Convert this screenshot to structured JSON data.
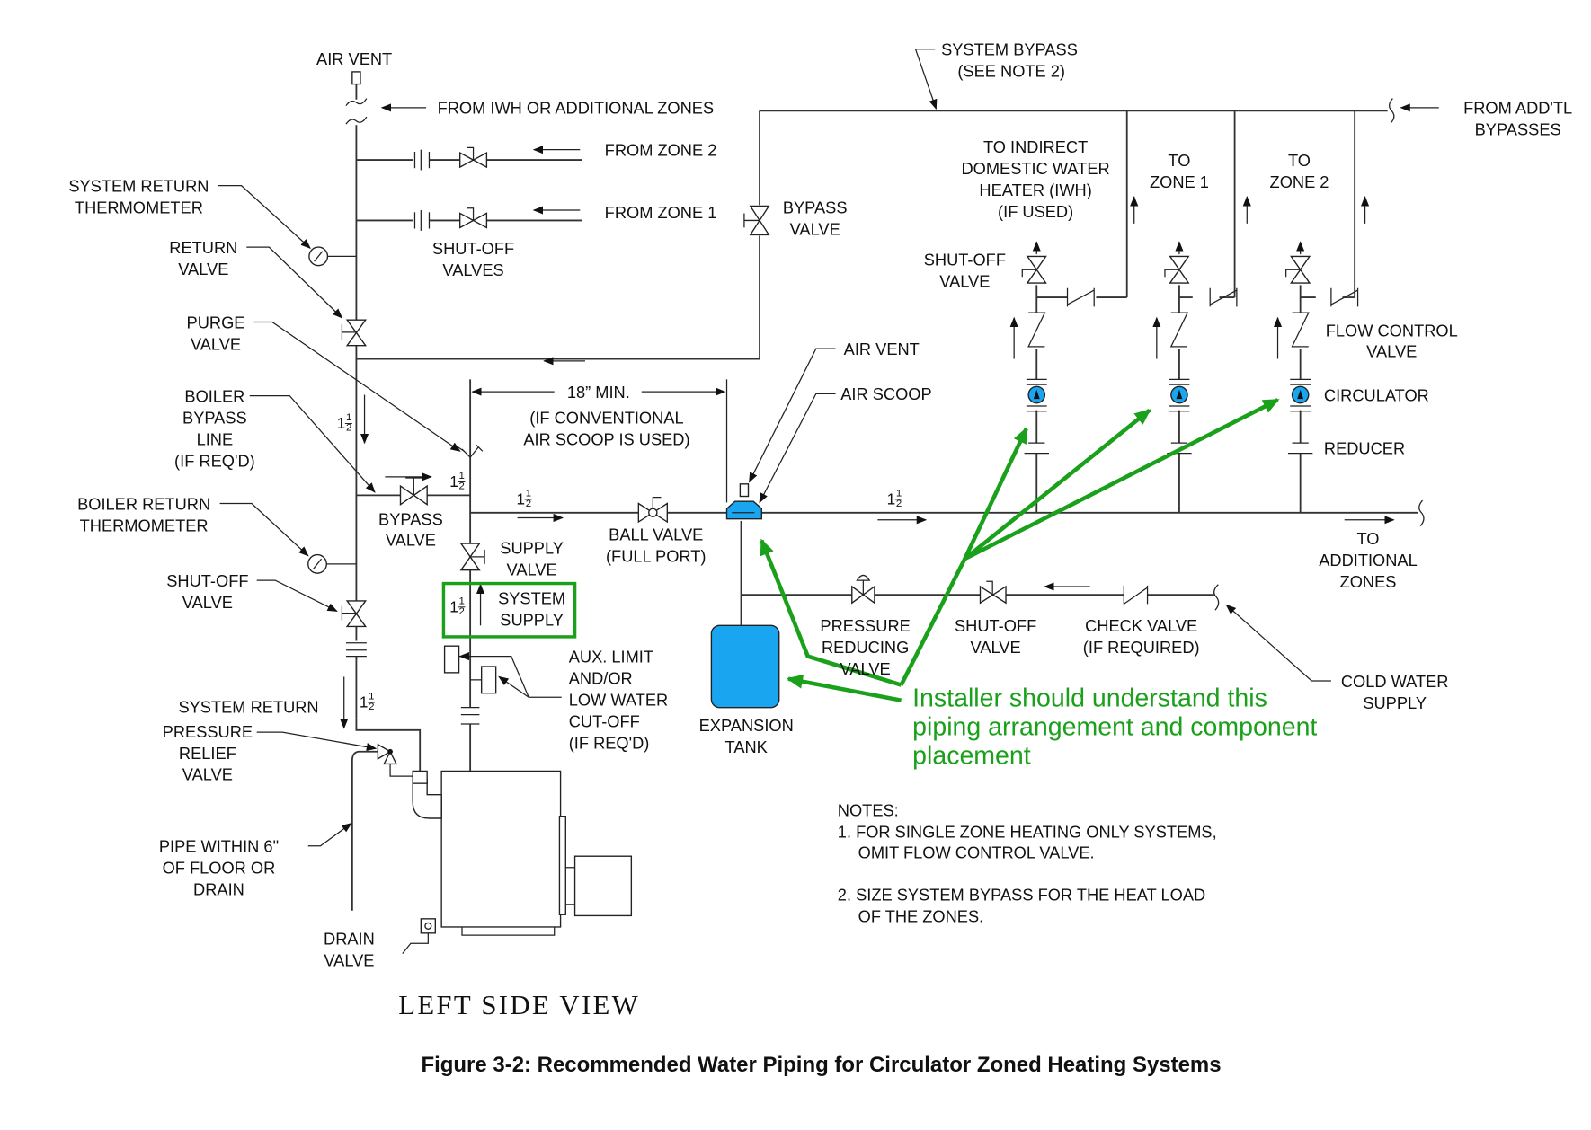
{
  "figure": {
    "caption": "Figure 3-2: Recommended Water Piping for Circulator Zoned Heating Systems",
    "view_label": "LEFT SIDE VIEW"
  },
  "labels": {
    "air_vent_top": "AIR VENT",
    "from_iwh": "FROM IWH OR ADDITIONAL ZONES",
    "from_zone2": "FROM ZONE 2",
    "from_zone1": "FROM ZONE 1",
    "shutoff_valves": [
      "SHUT-OFF",
      "VALVES"
    ],
    "system_return_thermometer": [
      "SYSTEM RETURN",
      "THERMOMETER"
    ],
    "return_valve": [
      "RETURN",
      "VALVE"
    ],
    "purge_valve": [
      "PURGE",
      "VALVE"
    ],
    "boiler_bypass_line": [
      "BOILER",
      "BYPASS",
      "LINE",
      "(IF REQ'D)"
    ],
    "boiler_return_thermometer": [
      "BOILER RETURN",
      "THERMOMETER"
    ],
    "shutoff_valve_left": [
      "SHUT-OFF",
      "VALVE"
    ],
    "system_return": "SYSTEM RETURN",
    "pressure_relief_valve": [
      "PRESSURE",
      "RELIEF",
      "VALVE"
    ],
    "pipe_within": [
      "PIPE WITHIN 6\"",
      "OF FLOOR OR",
      "DRAIN"
    ],
    "drain_valve": [
      "DRAIN",
      "VALVE"
    ],
    "bypass_valve_lower": [
      "BYPASS",
      "VALVE"
    ],
    "supply_valve": [
      "SUPPLY",
      "VALVE"
    ],
    "system_supply": [
      "SYSTEM",
      "SUPPLY"
    ],
    "aux_limit": [
      "AUX. LIMIT",
      "AND/OR",
      "LOW WATER",
      "CUT-OFF",
      "(IF REQ'D)"
    ],
    "dimension": "18”  MIN.",
    "dimension_note": [
      "(IF CONVENTIONAL",
      "AIR SCOOP IS USED)"
    ],
    "ball_valve": [
      "BALL VALVE",
      "(FULL PORT)"
    ],
    "air_vent_scoop": "AIR VENT",
    "air_scoop": "AIR SCOOP",
    "expansion_tank": [
      "EXPANSION",
      "TANK"
    ],
    "pressure_reducing_valve": [
      "PRESSURE",
      "REDUCING",
      "VALVE"
    ],
    "shutoff_valve_cold": [
      "SHUT-OFF",
      "VALVE"
    ],
    "check_valve": [
      "CHECK VALVE",
      "(IF REQUIRED)"
    ],
    "cold_water_supply": [
      "COLD WATER",
      "SUPPLY"
    ],
    "to_additional_zones": [
      "TO",
      "ADDITIONAL",
      "ZONES"
    ],
    "system_bypass": [
      "SYSTEM BYPASS",
      "(SEE NOTE 2)"
    ],
    "bypass_valve_upper": [
      "BYPASS",
      "VALVE"
    ],
    "from_addtl_bypasses": [
      "FROM ADD'TL",
      "BYPASSES"
    ],
    "to_iwh": [
      "TO INDIRECT",
      "DOMESTIC WATER",
      "HEATER (IWH)",
      "(IF USED)"
    ],
    "to_zone1": [
      "TO",
      "ZONE 1"
    ],
    "to_zone2": [
      "TO",
      "ZONE 2"
    ],
    "shutoff_valve_zone": [
      "SHUT-OFF",
      "VALVE"
    ],
    "flow_control_valve": [
      "FLOW CONTROL",
      "VALVE"
    ],
    "circulator": "CIRCULATOR",
    "reducer": "REDUCER",
    "pipe_size_whole": "1",
    "pipe_size_num": "1",
    "pipe_size_den": "2"
  },
  "annotation": {
    "text": [
      "Installer should understand this",
      "piping arrangement and component",
      "placement"
    ],
    "color": "#1aa01a"
  },
  "notes": {
    "title": "NOTES:",
    "items": [
      [
        "1. FOR SINGLE ZONE HEATING ONLY SYSTEMS,",
        "OMIT FLOW CONTROL VALVE."
      ],
      [
        "2. SIZE SYSTEM BYPASS FOR THE HEAT LOAD",
        "OF THE ZONES."
      ]
    ]
  },
  "colors": {
    "component_blue": "#1aa5f0",
    "highlight_green": "#1aa01a"
  }
}
